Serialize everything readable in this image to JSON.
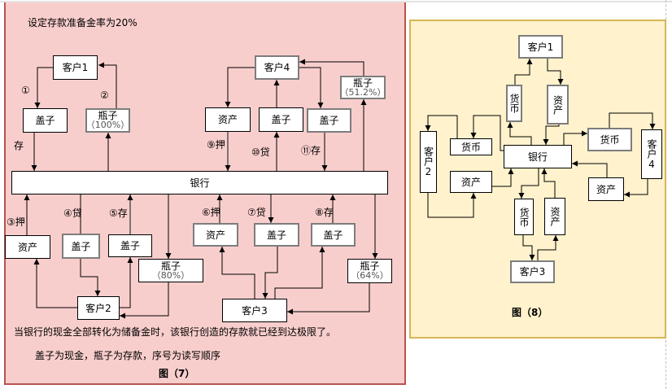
{
  "colors": {
    "figure7_background": "#f8cecc",
    "figure7_border": "#b85450",
    "figure8_background": "#fff2cc",
    "figure8_border": "#d6b656"
  },
  "figure7": {
    "title": "设定存款准备金率为20%",
    "bank": "银行",
    "customer_1": "客户1",
    "customer_2": "客户2",
    "customer_3": "客户3",
    "customer_4": "客户4",
    "lid_1": "盖子",
    "lid_4": "盖子",
    "lid_5": "盖子",
    "lid_7": "盖子",
    "lid_8": "盖子",
    "lid_10": "盖子",
    "lid_11": "盖子",
    "asset_3": "资产",
    "asset_6": "资产",
    "asset_9": "资产",
    "bottle_1": {
      "name": "瓶子",
      "pct": "（100%）"
    },
    "bottle_2": {
      "name": "瓶子",
      "pct": "（80%）"
    },
    "bottle_3": {
      "name": "瓶子",
      "pct": "（64%）"
    },
    "bottle_4": {
      "name": "瓶子",
      "pct": "（51.2%）"
    },
    "steps": {
      "s1": "①",
      "s2": "②",
      "deposit": "存",
      "s3": "③押",
      "s4": "④贷",
      "s5": "⑤存",
      "s6": "⑥押",
      "s7": "⑦贷",
      "s8": "⑧存",
      "s9": "⑨押",
      "s10": "⑩贷",
      "s11": "⑪存"
    },
    "notes": [
      "当银行的现金全部转化为储备金时，该银行创造的存款就已经到达极限了。",
      "盖子为现金，瓶子为存款，序号为读写顺序"
    ],
    "caption": "图（7）"
  },
  "figure8": {
    "bank": "银行",
    "customer_1": "客户1",
    "customer_2": "客户2",
    "customer_3": "客户3",
    "customer_4": "客户4",
    "currency_top": "货币",
    "asset_top": "资产",
    "currency_left": "货币",
    "asset_left": "资产",
    "currency_right": "货币",
    "asset_right": "资产",
    "currency_bottom": "货币",
    "asset_bottom": "资产",
    "caption": "图（8）"
  }
}
